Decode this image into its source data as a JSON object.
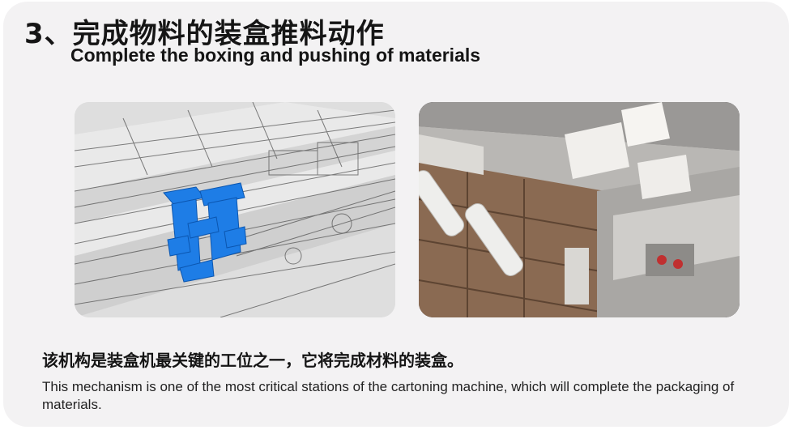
{
  "heading": {
    "title_cn": "3、完成物料的装盒推料动作",
    "title_en": "Complete the boxing and pushing of materials"
  },
  "images": {
    "cad_render": {
      "icon": "cad-mechanism-render",
      "highlight_color": "#1e7de6"
    },
    "machine_photo": {
      "icon": "cartoning-machine-photo"
    }
  },
  "description": {
    "text_cn": "该机构是装盒机最关键的工位之一，它将完成材料的装盒。",
    "text_en": "This mechanism is one of the most critical stations of the cartoning machine, which will complete the packaging of materials."
  },
  "colors": {
    "background": "#f3f2f3",
    "text": "#151515"
  }
}
